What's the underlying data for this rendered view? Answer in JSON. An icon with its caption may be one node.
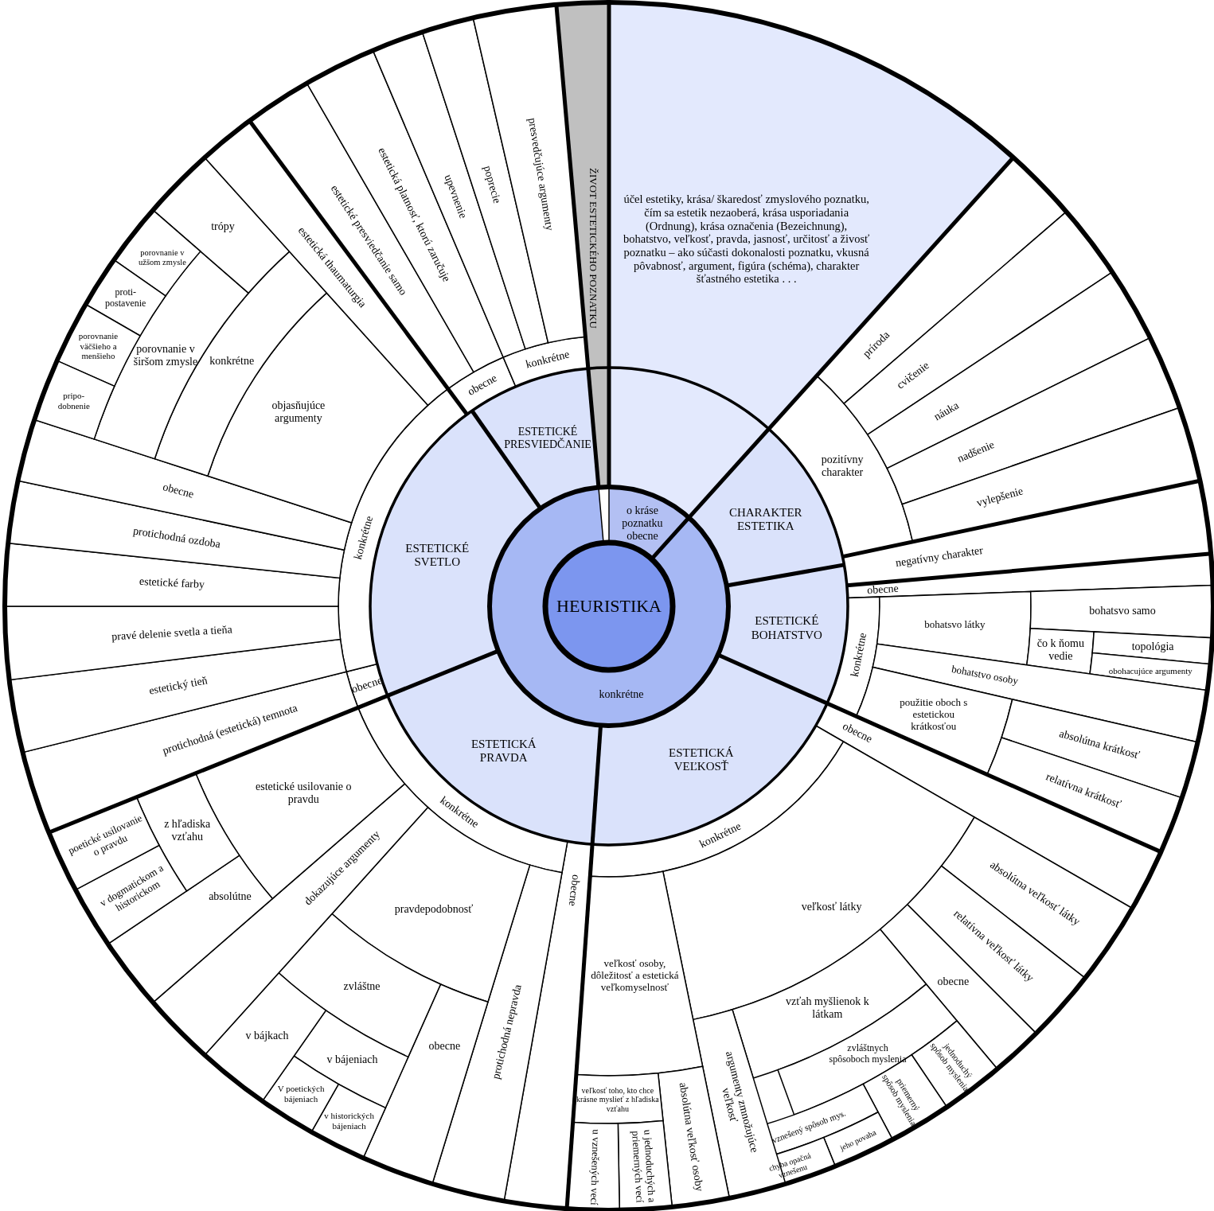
{
  "diagram": {
    "nodes": [
      {
        "text": [
          "HEURISTIKA"
        ]
      },
      {
        "text": [
          "o kráse poznatku obecne"
        ]
      },
      {
        "text": [
          "konkrétne"
        ]
      },
      {
        "text": [
          "ŽIVOT ESTETICKÉHO POZNATKU"
        ]
      },
      {
        "text": [
          "účel estetiky, krása/ škaredosť zmyslového poznatku, čím sa estetik nezaoberá, krása usporiadania (Ordnung), krása označenia (Bezeichnung), bohatstvo, veľkosť, pravda, jasnosť, určitosť a živosť poznatku – ako súčasti dokonalosti poznatku, vkusná pôvabnosť, argument, figúra (schéma), charakter šťastného estetika . . ."
        ]
      },
      {
        "text": [
          "CHARAKTER ESTETIKA"
        ]
      },
      {
        "text": [
          "pozitívny charakter"
        ]
      },
      {
        "text": [
          "príroda"
        ]
      },
      {
        "text": [
          "cvičenie"
        ]
      },
      {
        "text": [
          "náuka"
        ]
      },
      {
        "text": [
          "nadšenie"
        ]
      },
      {
        "text": [
          "vylepšenie"
        ]
      },
      {
        "text": [
          "negatívny charakter"
        ]
      },
      {
        "text": [
          "ESTETICKÉ BOHATSTVO"
        ]
      },
      {
        "text": [
          "obecne"
        ]
      },
      {
        "text": [
          "konkrétne"
        ]
      },
      {
        "text": [
          "bohatsvo látky"
        ]
      },
      {
        "text": [
          "bohatsvo samo"
        ]
      },
      {
        "text": [
          "čo k ňomu vedie"
        ]
      },
      {
        "text": [
          "topológia"
        ]
      },
      {
        "text": [
          "obohacujúce argumenty"
        ]
      },
      {
        "text": [
          "bohatstvo osoby"
        ]
      },
      {
        "text": [
          "použitie oboch s estetickou krátkosťou"
        ]
      },
      {
        "text": [
          "absolútna krátkosť"
        ]
      },
      {
        "text": [
          "relatívna krátkosť"
        ]
      },
      {
        "text": [
          "ESTETICKÁ VEĽKOSŤ"
        ]
      },
      {
        "text": [
          "obecne"
        ]
      },
      {
        "text": [
          "konkrétne"
        ]
      },
      {
        "text": [
          "veľkosť látky"
        ]
      },
      {
        "text": [
          "absolútna veľkosť látky"
        ]
      },
      {
        "text": [
          "relatívna veľkosť látky"
        ]
      },
      {
        "text": [
          "obecne"
        ]
      },
      {
        "text": [
          "vzťah myšlienok k látkam"
        ]
      },
      {
        "text": [
          "zvláštnych spôsoboch myslenia"
        ]
      },
      {
        "text": [
          "jednoduchý spôsob myslenia"
        ]
      },
      {
        "text": [
          "priemerný spôsob myslenia"
        ]
      },
      {
        "text": [
          "vznešený spôsob mys."
        ]
      },
      {
        "text": [
          "jeho povaha"
        ]
      },
      {
        "text": [
          "chyba opačná vznešenu"
        ]
      },
      {
        "text": [
          "argumenty zmnožujúce veľkosť"
        ]
      },
      {
        "text": [
          "veľkosť osoby, dôležitosť a estetická veľkomyselnosť"
        ]
      },
      {
        "text": [
          "absolútna veľkosť osoby"
        ]
      },
      {
        "text": [
          "veľkosť toho, kto chce krásne myslieť z hľadiska vzťahu"
        ]
      },
      {
        "text": [
          "u jednoduchých a priemerných vecí"
        ]
      },
      {
        "text": [
          "u vznešených vecí"
        ]
      },
      {
        "text": [
          "ESTETICKÁ PRAVDA"
        ]
      },
      {
        "text": [
          "obecne"
        ]
      },
      {
        "text": [
          "konkrétne"
        ]
      },
      {
        "text": [
          "protichodná nepravda"
        ]
      },
      {
        "text": [
          "pravdepodobnosť"
        ]
      },
      {
        "text": [
          "obecne"
        ]
      },
      {
        "text": [
          "zvláštne"
        ]
      },
      {
        "text": [
          "v bájeniach"
        ]
      },
      {
        "text": [
          "v historických bájeniach"
        ]
      },
      {
        "text": [
          "V poetických bájeniach"
        ]
      },
      {
        "text": [
          "v bájkach"
        ]
      },
      {
        "text": [
          "dokazujúce argumenty"
        ]
      },
      {
        "text": [
          "estetické usilovanie o pravdu"
        ]
      },
      {
        "text": [
          "absolútne"
        ]
      },
      {
        "text": [
          "z hľadiska vzťahu"
        ]
      },
      {
        "text": [
          "v dogmatickom a historickom"
        ]
      },
      {
        "text": [
          "poetické usilovanie o pravdu"
        ]
      },
      {
        "text": [
          "ESTETICKÉ SVETLO"
        ]
      },
      {
        "text": [
          "obecne"
        ]
      },
      {
        "text": [
          "konkrétne"
        ]
      },
      {
        "text": [
          "protichodná (estetická) temnota"
        ]
      },
      {
        "text": [
          "estetický tieň"
        ]
      },
      {
        "text": [
          "pravé delenie svetla a tieňa"
        ]
      },
      {
        "text": [
          "estetické farby"
        ]
      },
      {
        "text": [
          "protichodná ozdoba"
        ]
      },
      {
        "text": [
          "obecne"
        ]
      },
      {
        "text": [
          "objasňujúce argumenty"
        ]
      },
      {
        "text": [
          "konkrétne"
        ]
      },
      {
        "text": [
          "porovnanie v širšom zmysle"
        ]
      },
      {
        "text": [
          "trópy"
        ]
      },
      {
        "text": [
          "porovnanie v užšom zmysle"
        ]
      },
      {
        "text": [
          "proti- postavenie"
        ]
      },
      {
        "text": [
          "porovnanie väčšieho a menšieho"
        ]
      },
      {
        "text": [
          "pripo- dobnenie"
        ]
      },
      {
        "text": [
          "estetická thaumaturgia"
        ]
      },
      {
        "text": [
          "ESTETICKÉ PRESVIEDČANIE"
        ]
      },
      {
        "text": [
          "obecne"
        ]
      },
      {
        "text": [
          "konkrétne"
        ]
      },
      {
        "text": [
          "estetické presviedčanie samo"
        ]
      },
      {
        "text": [
          "estetická platnosť, ktorú zaručuje"
        ]
      },
      {
        "text": [
          "upevnenie"
        ]
      },
      {
        "text": [
          "poprecie"
        ]
      },
      {
        "text": [
          "presvedčujúce argumenty"
        ]
      }
    ]
  }
}
